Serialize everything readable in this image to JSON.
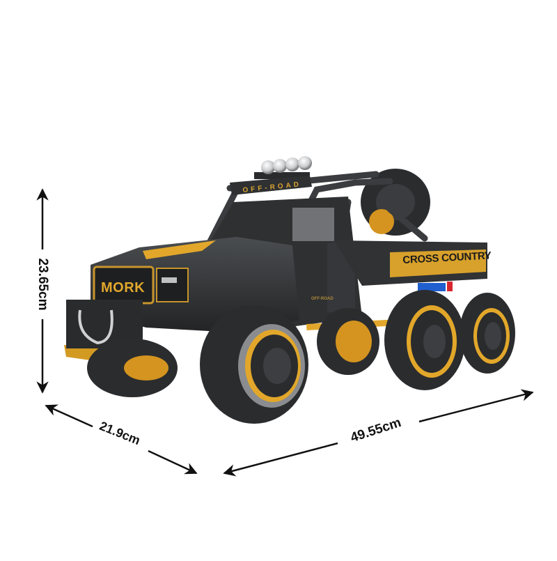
{
  "product": {
    "description": "Brick-built 6x6 off-road pickup truck model with dimension annotations",
    "colors": {
      "body": "#2f3133",
      "body_dark": "#1c1d1f",
      "accent_yellow": "#e2a72a",
      "tire": "#2b2c2e",
      "tire_highlight": "#8a8c8f",
      "rim_gray": "#4a4c4f",
      "light_chrome": "#d8dadc",
      "red_parts": "#d8262e",
      "blue_parts": "#1f5fd0",
      "background": "#ffffff",
      "arrow": "#111111"
    }
  },
  "dimensions": {
    "height": "23.65cm",
    "depth": "21.9cm",
    "length": "49.55cm"
  },
  "decals": {
    "grille_badge": "MORK",
    "light_bar": "OFF-ROAD",
    "bed_side": "CROSS COUNTRY",
    "door": "OFF-ROAD"
  }
}
